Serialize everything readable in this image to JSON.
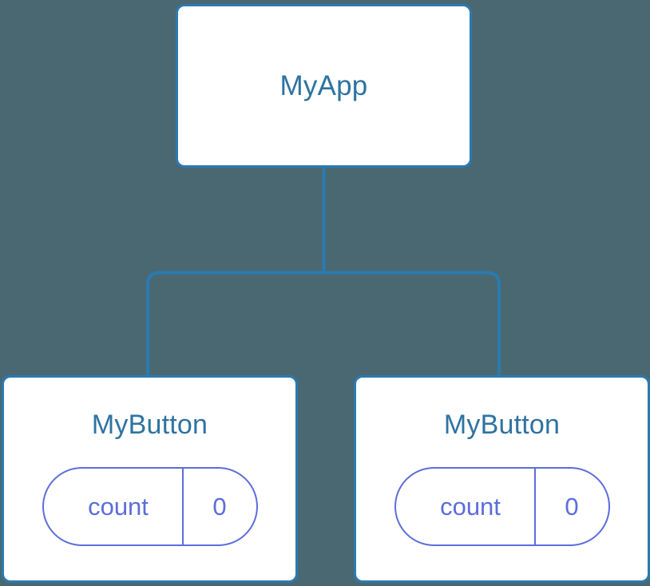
{
  "canvas": {
    "background_color": "#4a6872",
    "edge_color": "#2b7ab0",
    "node_border_color": "#2b7ab0",
    "node_fill_color": "#ffffff",
    "node_title_color": "#2e73a0",
    "state_pill_color": "#5c6ddb"
  },
  "tree": {
    "root": {
      "title": "MyApp"
    },
    "children": [
      {
        "title": "MyButton",
        "state": {
          "key": "count",
          "value": "0"
        }
      },
      {
        "title": "MyButton",
        "state": {
          "key": "count",
          "value": "0"
        }
      }
    ]
  }
}
